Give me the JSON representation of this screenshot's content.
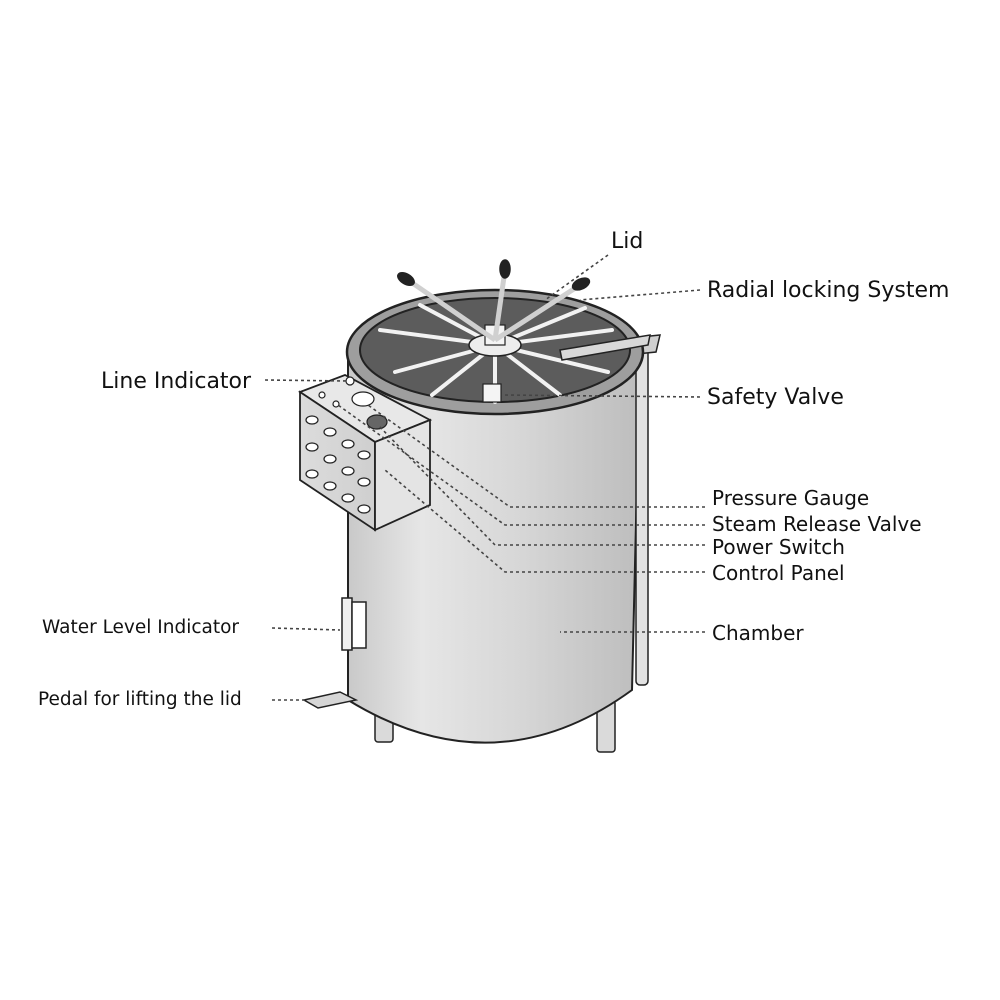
{
  "labels": {
    "lid": "Lid",
    "radial_locking": "Radial locking System",
    "line_indicator": "Line Indicator",
    "safety_valve": "Safety Valve",
    "pressure_gauge": "Pressure Gauge",
    "steam_release_valve": "Steam Release Valve",
    "power_switch": "Power Switch",
    "control_panel": "Control Panel",
    "water_level_indicator": "Water Level Indicator",
    "chamber": "Chamber",
    "pedal": "Pedal for lifting the lid"
  }
}
